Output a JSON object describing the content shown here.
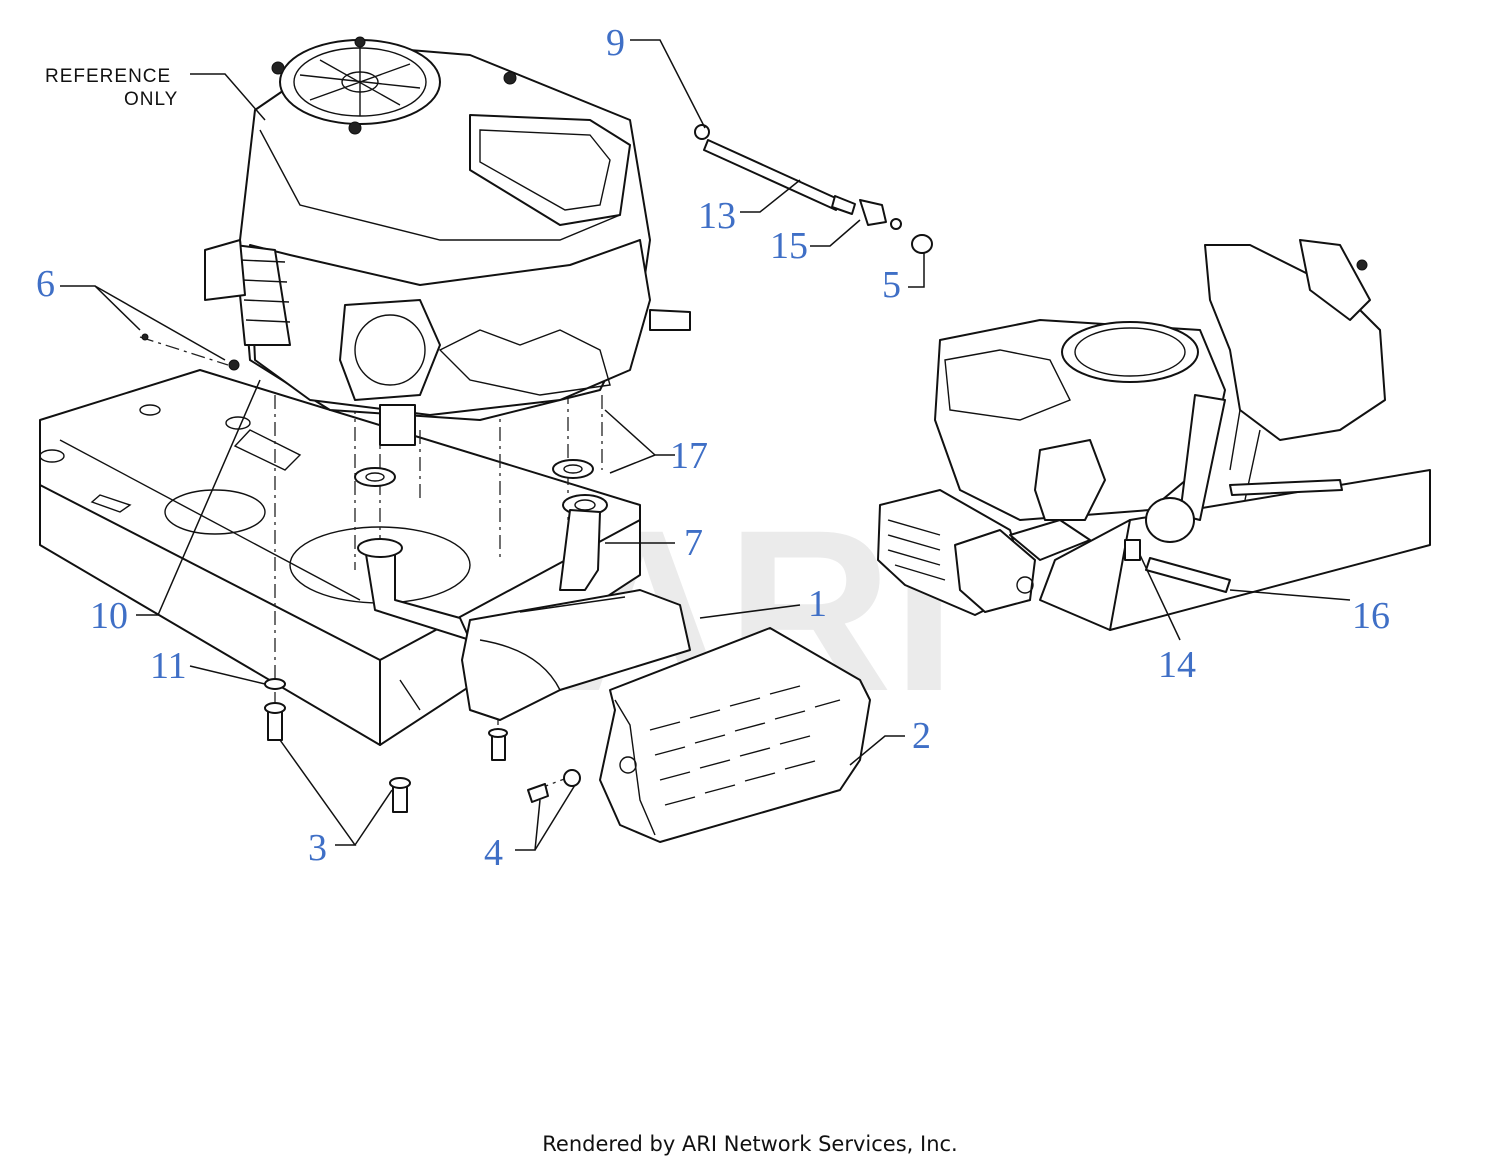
{
  "reference_note": [
    "REFERENCE",
    "ONLY"
  ],
  "watermark": "ARI",
  "footer": "Rendered by ARI Network Services, Inc.",
  "callouts": [
    {
      "id": "1",
      "label": "1"
    },
    {
      "id": "2",
      "label": "2"
    },
    {
      "id": "3",
      "label": "3"
    },
    {
      "id": "4",
      "label": "4"
    },
    {
      "id": "5",
      "label": "5"
    },
    {
      "id": "6",
      "label": "6"
    },
    {
      "id": "7",
      "label": "7"
    },
    {
      "id": "9",
      "label": "9"
    },
    {
      "id": "10",
      "label": "10"
    },
    {
      "id": "11",
      "label": "11"
    },
    {
      "id": "13",
      "label": "13"
    },
    {
      "id": "14",
      "label": "14"
    },
    {
      "id": "15",
      "label": "15"
    },
    {
      "id": "16",
      "label": "16"
    },
    {
      "id": "17",
      "label": "17"
    }
  ],
  "colors": {
    "callout": "#3f6fc6",
    "line": "#111111",
    "watermark": "#ebebeb"
  }
}
